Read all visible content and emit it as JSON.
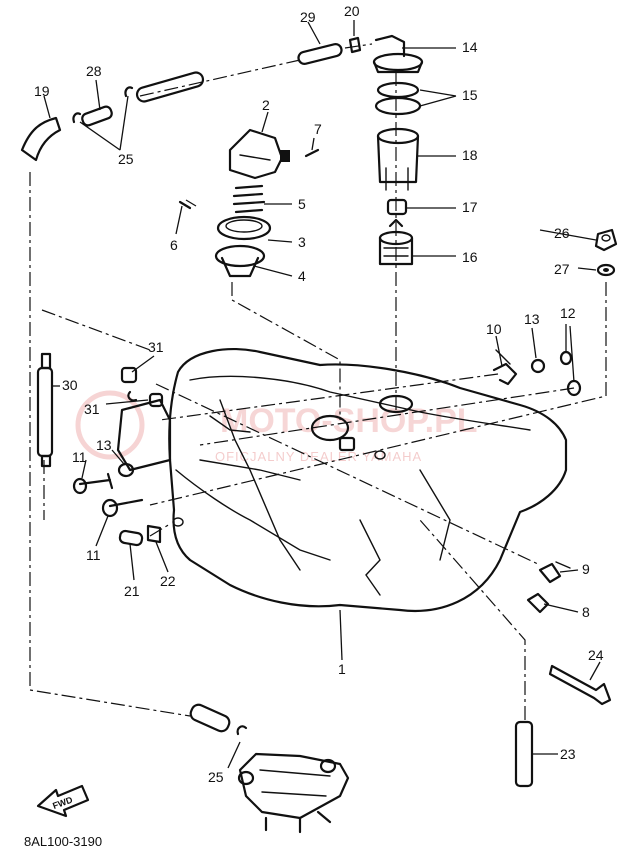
{
  "diagram": {
    "drawing_code": "8AL100-3190",
    "direction_marker": "FWD",
    "watermark": {
      "brand": "MOTO-SHOP.PL",
      "subtitle": "OFICJALNY DEALER YAMAHA"
    },
    "callouts": {
      "c1": "1",
      "c2": "2",
      "c3": "3",
      "c4": "4",
      "c5": "5",
      "c6": "6",
      "c7": "7",
      "c8": "8",
      "c9": "9",
      "c10": "10",
      "c11a": "11",
      "c11b": "11",
      "c12": "12",
      "c13a": "13",
      "c13b": "13",
      "c14": "14",
      "c15": "15",
      "c16": "16",
      "c17": "17",
      "c18": "18",
      "c19": "19",
      "c20": "20",
      "c21": "21",
      "c22": "22",
      "c23": "23",
      "c24": "24",
      "c25a": "25",
      "c25b": "25",
      "c26": "26",
      "c27": "27",
      "c28": "28",
      "c29": "29",
      "c30": "30",
      "c31a": "31",
      "c31b": "31"
    }
  }
}
